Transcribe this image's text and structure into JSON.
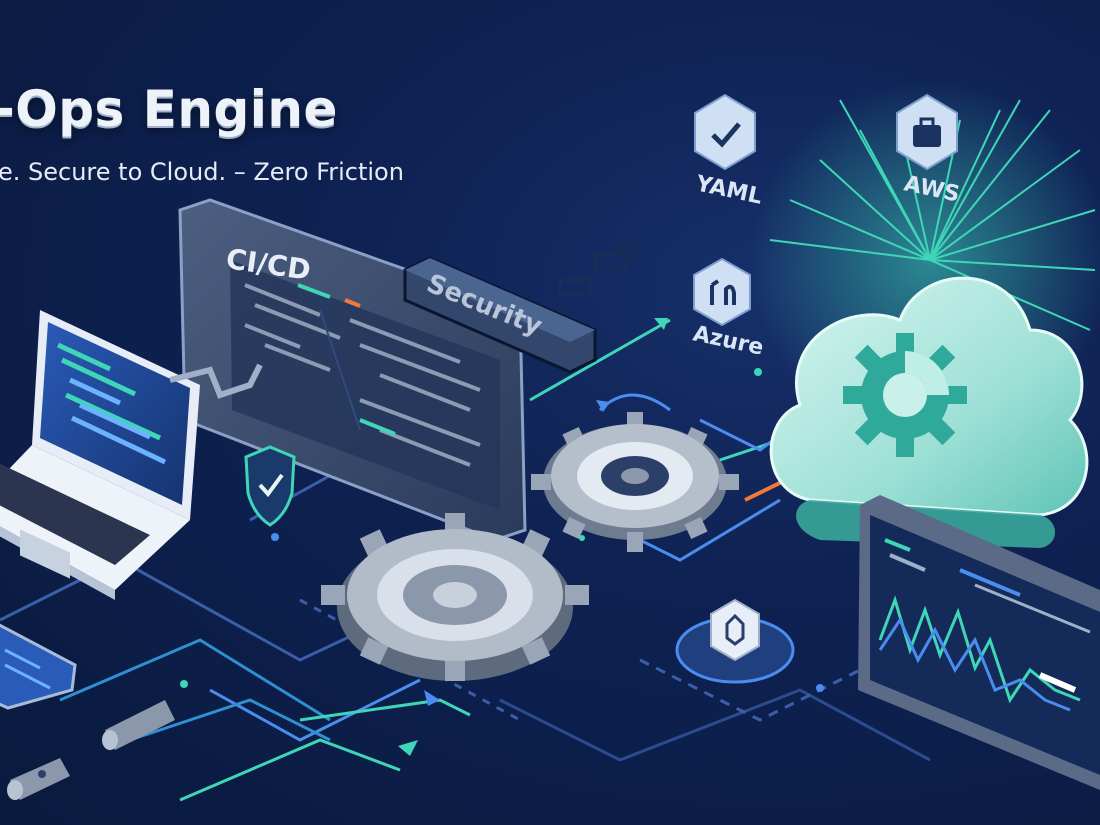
{
  "hero": {
    "title": "-Ops Engine",
    "subtitle": "e. Secure to Cloud. – Zero Friction"
  },
  "labels": {
    "cicd": "CI/CD",
    "security": "Security",
    "yaml": "YAML",
    "aws": "AWS",
    "azure": "Azure"
  },
  "icons": [
    "laptop-icon",
    "shield-check-icon",
    "gear-icon",
    "cloud-gear-icon",
    "lock-icon",
    "briefcase-icon",
    "checkmark-icon",
    "monitor-chart-icon",
    "phone-icon"
  ],
  "colors": {
    "background": "#0c1d44",
    "accent_teal": "#3fd6b8",
    "accent_blue": "#4a8df0",
    "accent_orange": "#f07a3a",
    "gear": "#aab3c0",
    "cloud": "#a8e8e0"
  }
}
